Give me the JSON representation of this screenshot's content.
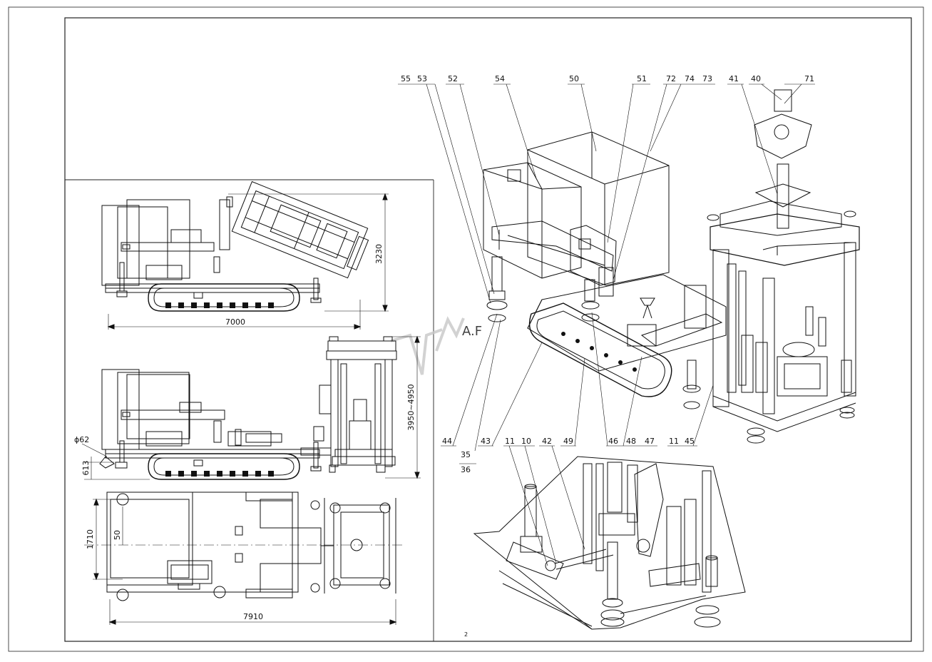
{
  "sheet": {
    "page_number": "2"
  },
  "dimensions": {
    "side_length": "7000",
    "side_height": "3230",
    "mid_height": "3950~4950",
    "leg_diameter": "ϕ62",
    "leg_height": "613",
    "plan_width": "1710",
    "plan_offset": "50",
    "plan_length": "7910"
  },
  "callouts": {
    "c55": "55",
    "c53": "53",
    "c52": "52",
    "c54": "54",
    "c50": "50",
    "c51": "51",
    "c72": "72",
    "c74": "74",
    "c73": "73",
    "c41": "41",
    "c40": "40",
    "c71": "71",
    "c44": "44",
    "c35": "35",
    "c36": "36",
    "c43": "43",
    "c49": "49",
    "c46": "46",
    "c48": "48",
    "c47": "47",
    "c11a": "11",
    "c45": "45",
    "c11b": "11",
    "c10": "10",
    "c42": "42"
  },
  "colors": {
    "line": "#111111",
    "frame": "#222222",
    "watermark": "#c8c8c8"
  }
}
